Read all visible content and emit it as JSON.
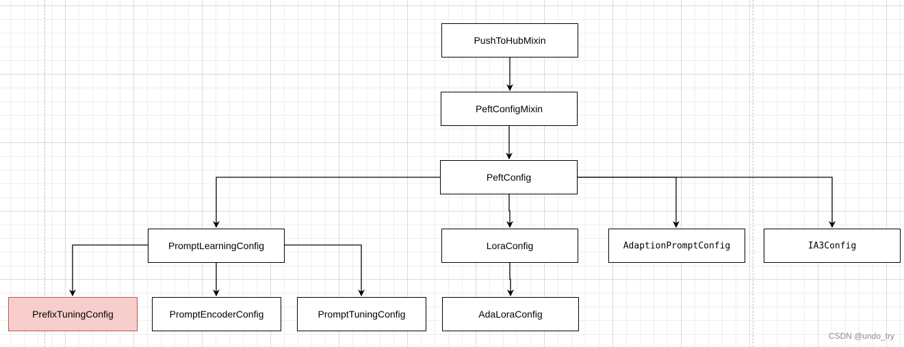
{
  "nodes": {
    "push_to_hub_mixin": "PushToHubMixin",
    "peft_config_mixin": "PeftConfigMixin",
    "peft_config": "PeftConfig",
    "prompt_learning_config": "PromptLearningConfig",
    "lora_config": "LoraConfig",
    "adaption_prompt_config": "AdaptionPromptConfig",
    "ia3_config": "IA3Config",
    "prefix_tuning_config": "PrefixTuningConfig",
    "prompt_encoder_config": "PromptEncoderConfig",
    "prompt_tuning_config": "PromptTuningConfig",
    "ada_lora_config": "AdaLoraConfig"
  },
  "edges": [
    [
      "push_to_hub_mixin",
      "peft_config_mixin"
    ],
    [
      "peft_config_mixin",
      "peft_config"
    ],
    [
      "peft_config",
      "prompt_learning_config"
    ],
    [
      "peft_config",
      "lora_config"
    ],
    [
      "peft_config",
      "adaption_prompt_config"
    ],
    [
      "peft_config",
      "ia3_config"
    ],
    [
      "prompt_learning_config",
      "prefix_tuning_config"
    ],
    [
      "prompt_learning_config",
      "prompt_encoder_config"
    ],
    [
      "prompt_learning_config",
      "prompt_tuning_config"
    ],
    [
      "lora_config",
      "ada_lora_config"
    ]
  ],
  "colors": {
    "highlight_fill": "#f8cecc",
    "highlight_border": "#b85450",
    "line": "#000000"
  },
  "watermark": "CSDN @undo_try"
}
